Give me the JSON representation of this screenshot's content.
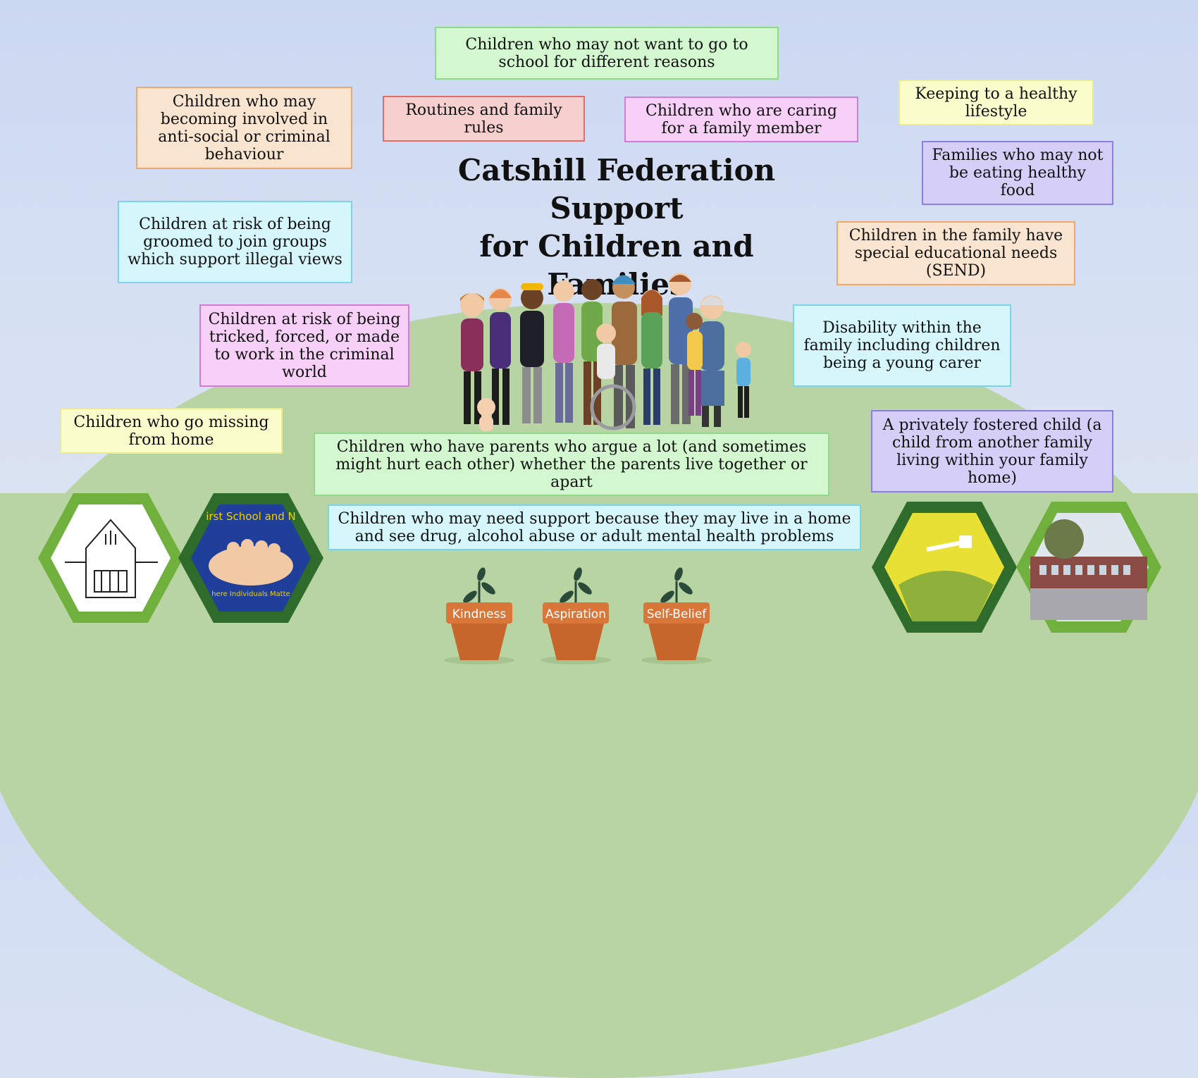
{
  "title": [
    "Catshill Federation Support",
    "for Children and",
    "Families"
  ],
  "boxes": {
    "school": "Children who may not want to go to school for different reasons",
    "antisocial": "Children who may becoming involved in anti-social or criminal behaviour",
    "routines": "Routines and family rules",
    "caring": "Children who are caring for a family member",
    "healthy_lifestyle": "Keeping to a healthy lifestyle",
    "healthy_food": "Families who may not be eating healthy food",
    "groomed": "Children at risk of being groomed to join groups which support illegal views",
    "send": "Children in the family have special educational needs (SEND)",
    "criminal_world": "Children at risk of being tricked, forced, or made to work in the criminal world",
    "disability": "Disability within the family including children being a young carer",
    "missing": "Children who go missing from home",
    "fostered": "A privately fostered child (a child from another family living within your family home)",
    "parents_argue": "Children who have parents who argue a lot (and sometimes might hurt each other) whether the parents live together or apart",
    "drugs": "Children who may need support because they may live in a home and see drug, alcohol abuse or adult mental health problems"
  },
  "logo_text": {
    "school_arc": "irst School and N",
    "motto": "here Individuals Matte"
  },
  "pots": [
    "Kindness",
    "Aspiration",
    "Self-Belief"
  ],
  "colors": {
    "sky_top": "#cbd8f2",
    "hill": "#b9d4a3",
    "hex_light": "#6fb13c",
    "hex_dark": "#2f6b2a",
    "pot": "#d9773a"
  }
}
